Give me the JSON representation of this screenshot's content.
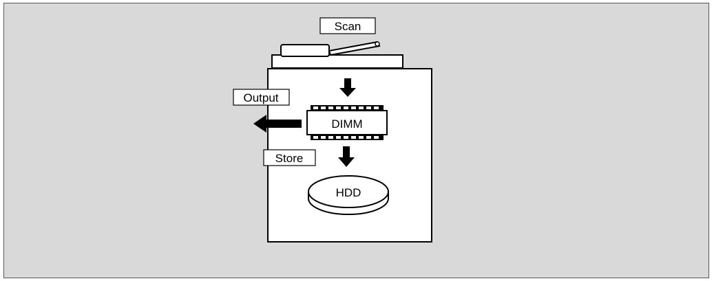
{
  "labels": {
    "scan": "Scan",
    "output": "Output",
    "store": "Store",
    "dimm": "DIMM",
    "hdd": "HDD"
  },
  "colors": {
    "background": "#d9d9d9",
    "frame_border": "#555555",
    "stroke": "#000000",
    "fill": "#ffffff"
  },
  "icons": {
    "scanner": "scanner-icon",
    "memory_chip": "memory-chip-icon",
    "disk": "disk-icon"
  }
}
